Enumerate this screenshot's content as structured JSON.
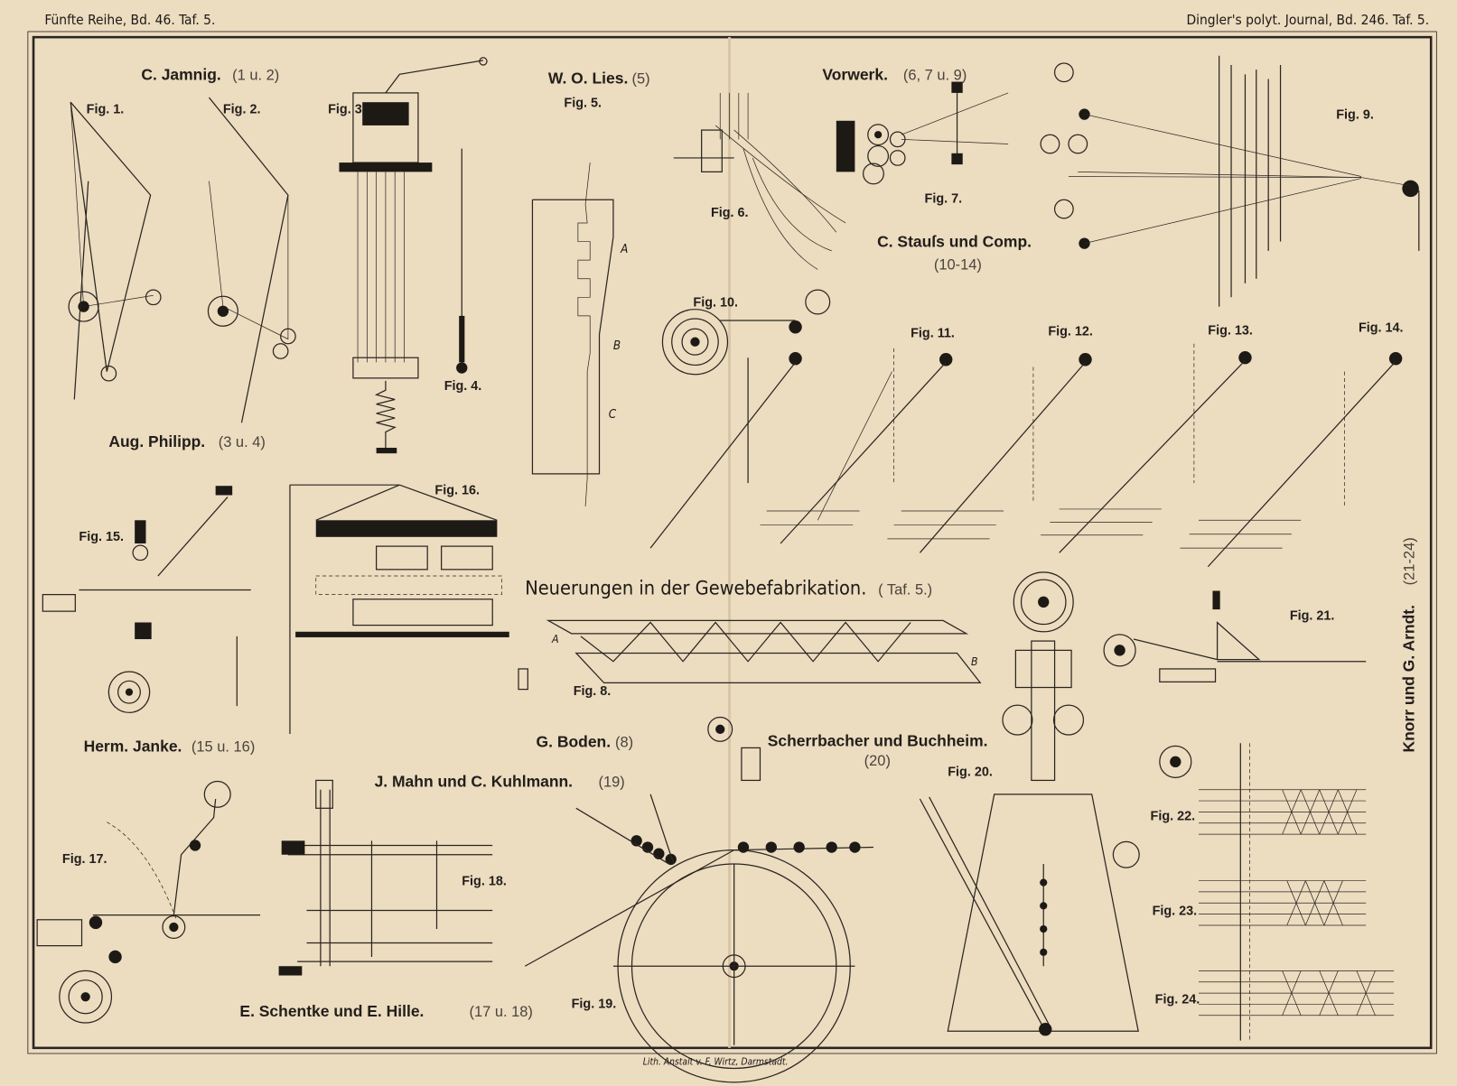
{
  "header": {
    "left": "Fünfte Reihe, Bd. 46. Taf. 5.",
    "right": "Dingler's polyt. Journal, Bd. 246. Taf. 5."
  },
  "title": "Neuerungen in der Gewebefabrikation.",
  "title_ref": "( Taf. 5.)",
  "footer": "Lith. Anstalt v. F. Wirtz, Darmstadt.",
  "authors": [
    {
      "name": "C. Jamnig.",
      "ref": "(1 u. 2)"
    },
    {
      "name": "W. O. Lies.",
      "ref": "(5)"
    },
    {
      "name": "Vorwerk.",
      "ref": "(6, 7 u. 9)"
    },
    {
      "name": "C. Stauſs und Comp.",
      "ref": "(10-14)"
    },
    {
      "name": "Aug. Philipp.",
      "ref": "(3 u. 4)"
    },
    {
      "name": "Herm. Janke.",
      "ref": "(15 u. 16)"
    },
    {
      "name": "G. Boden.",
      "ref": "(8)"
    },
    {
      "name": "Scherrbacher und Buchheim.",
      "ref": "(20)"
    },
    {
      "name": "J. Mahn und C. Kuhlmann.",
      "ref": "(19)"
    },
    {
      "name": "E. Schentke und E. Hille.",
      "ref": "(17 u. 18)"
    },
    {
      "name": "Knorr und G. Arndt.",
      "ref": "(21-24)"
    }
  ],
  "figures": [
    "Fig. 1.",
    "Fig. 2.",
    "Fig. 3.",
    "Fig. 4.",
    "Fig. 5.",
    "Fig. 6.",
    "Fig. 7.",
    "Fig. 8.",
    "Fig. 9.",
    "Fig. 10.",
    "Fig. 11.",
    "Fig. 12.",
    "Fig. 13.",
    "Fig. 14.",
    "Fig. 15.",
    "Fig. 16.",
    "Fig. 17.",
    "Fig. 18.",
    "Fig. 19.",
    "Fig. 20.",
    "Fig. 21.",
    "Fig. 22.",
    "Fig. 23.",
    "Fig. 24."
  ]
}
